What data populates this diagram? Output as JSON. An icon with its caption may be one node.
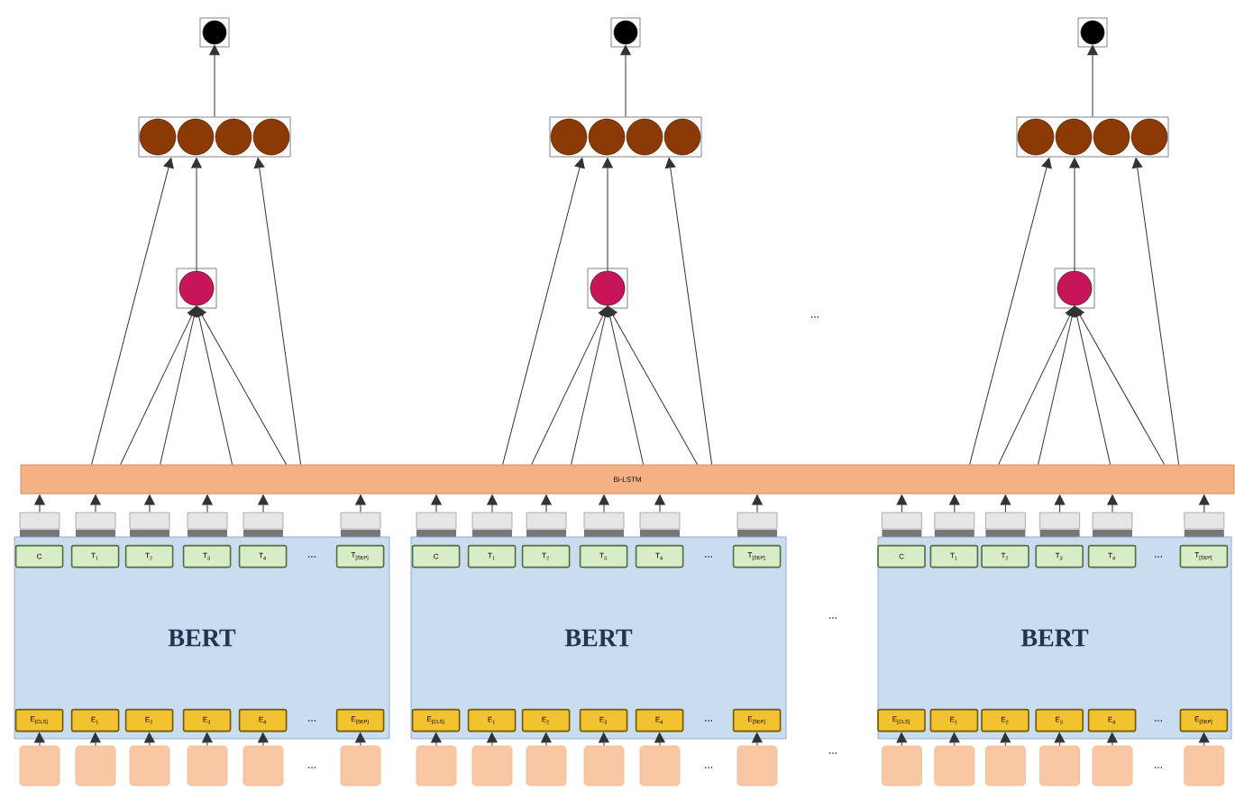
{
  "diagram": {
    "nodes": [
      {
        "text": [
          "Bi-LSTM"
        ]
      },
      {
        "text": [],
        "shape": "circle"
      },
      {
        "text": [],
        "shape": "box"
      },
      {
        "text": [],
        "shape": "circle"
      },
      {
        "text": [],
        "shape": "box"
      },
      {
        "text": [],
        "shape": "box"
      },
      {
        "text": [],
        "shape": "box"
      },
      {
        "text": [],
        "shape": "box"
      },
      {
        "text": [],
        "shape": "box"
      },
      {
        "text": [],
        "shape": "box"
      },
      {
        "text": [
          "BERT"
        ]
      },
      {
        "text": [
          "C"
        ],
        "in": 10
      },
      {
        "text": [
          "T$_{1}$"
        ],
        "in": 10
      },
      {
        "text": [
          "T$_{2}$"
        ],
        "in": 10
      },
      {
        "text": [
          "T$_{3}$"
        ],
        "in": 10
      },
      {
        "text": [
          "T$_{4}$"
        ],
        "in": 10
      },
      {
        "text": [
          "T$_{[SEP]}$"
        ],
        "in": 10
      },
      {
        "text": [
          "E$_{[CLS]}$"
        ],
        "in": 10
      },
      {
        "text": [
          "E$_{1}$"
        ],
        "in": 10
      },
      {
        "text": [
          "E$_{2}$"
        ],
        "in": 10
      },
      {
        "text": [
          "E$_{3}$"
        ],
        "in": 10
      },
      {
        "text": [
          "E$_{4}$"
        ],
        "in": 10
      },
      {
        "text": [
          "E$_{[SEP]}$"
        ],
        "in": 10
      },
      {
        "text": [],
        "shape": "box"
      },
      {
        "text": [],
        "shape": "box"
      },
      {
        "text": [],
        "shape": "box"
      },
      {
        "text": [],
        "shape": "box"
      },
      {
        "text": [],
        "shape": "box"
      },
      {
        "text": [],
        "shape": "box"
      },
      {
        "text": [],
        "shape": "circle"
      },
      {
        "text": [],
        "shape": "box"
      },
      {
        "text": [],
        "shape": "circle"
      },
      {
        "text": [],
        "shape": "box"
      },
      {
        "text": [],
        "shape": "box"
      },
      {
        "text": [],
        "shape": "box"
      },
      {
        "text": [],
        "shape": "box"
      },
      {
        "text": [],
        "shape": "box"
      },
      {
        "text": [],
        "shape": "box"
      },
      {
        "text": [
          "BERT"
        ]
      },
      {
        "text": [
          "C"
        ],
        "in": 38
      },
      {
        "text": [
          "T$_{1}$"
        ],
        "in": 38
      },
      {
        "text": [
          "T$_{2}$"
        ],
        "in": 38
      },
      {
        "text": [
          "T$_{3}$"
        ],
        "in": 38
      },
      {
        "text": [
          "T$_{4}$"
        ],
        "in": 38
      },
      {
        "text": [
          "T$_{[SEP]}$"
        ],
        "in": 38
      },
      {
        "text": [
          "E$_{[CLS]}$"
        ],
        "in": 38
      },
      {
        "text": [
          "E$_{1}$"
        ],
        "in": 38
      },
      {
        "text": [
          "E$_{2}$"
        ],
        "in": 38
      },
      {
        "text": [
          "E$_{3}$"
        ],
        "in": 38
      },
      {
        "text": [
          "E$_{4}$"
        ],
        "in": 38
      },
      {
        "text": [
          "E$_{[SEP]}$"
        ],
        "in": 38
      },
      {
        "text": [],
        "shape": "box"
      },
      {
        "text": [],
        "shape": "box"
      },
      {
        "text": [],
        "shape": "box"
      },
      {
        "text": [],
        "shape": "box"
      },
      {
        "text": [],
        "shape": "box"
      },
      {
        "text": [],
        "shape": "box"
      },
      {
        "text": [],
        "shape": "circle"
      },
      {
        "text": [],
        "shape": "box"
      },
      {
        "text": [],
        "shape": "circle"
      },
      {
        "text": [],
        "shape": "box"
      },
      {
        "text": [],
        "shape": "box"
      },
      {
        "text": [],
        "shape": "box"
      },
      {
        "text": [],
        "shape": "box"
      },
      {
        "text": [],
        "shape": "box"
      },
      {
        "text": [],
        "shape": "box"
      },
      {
        "text": [
          "BERT"
        ]
      },
      {
        "text": [
          "C"
        ],
        "in": 66
      },
      {
        "text": [
          "T$_{1}$"
        ],
        "in": 66
      },
      {
        "text": [
          "T$_{2}$"
        ],
        "in": 66
      },
      {
        "text": [
          "T$_{3}$"
        ],
        "in": 66
      },
      {
        "text": [
          "T$_{4}$"
        ],
        "in": 66
      },
      {
        "text": [
          "T$_{[SEP]}$"
        ],
        "in": 66
      },
      {
        "text": [
          "E$_{[CLS]}$"
        ],
        "in": 66
      },
      {
        "text": [
          "E$_{1}$"
        ],
        "in": 66
      },
      {
        "text": [
          "E$_{2}$"
        ],
        "in": 66
      },
      {
        "text": [
          "E$_{3}$"
        ],
        "in": 66
      },
      {
        "text": [
          "E$_{4}$"
        ],
        "in": 66
      },
      {
        "text": [
          "E$_{[SEP]}$"
        ],
        "in": 66
      },
      {
        "text": [],
        "shape": "box"
      },
      {
        "text": [],
        "shape": "box"
      },
      {
        "text": [],
        "shape": "box"
      },
      {
        "text": [],
        "shape": "box"
      },
      {
        "text": [],
        "shape": "box"
      },
      {
        "text": [],
        "shape": "box"
      }
    ],
    "edges": [
      {
        "from": 4,
        "to": 0,
        "arrow": "to"
      },
      {
        "from": 5,
        "to": 0,
        "arrow": "to"
      },
      {
        "from": 6,
        "to": 0,
        "arrow": "to"
      },
      {
        "from": 7,
        "to": 0,
        "arrow": "to"
      },
      {
        "from": 8,
        "to": 0,
        "arrow": "to"
      },
      {
        "from": 9,
        "to": 0,
        "arrow": "to"
      },
      {
        "from": 23,
        "to": 17,
        "arrow": "to"
      },
      {
        "from": 24,
        "to": 18,
        "arrow": "to"
      },
      {
        "from": 25,
        "to": 19,
        "arrow": "to"
      },
      {
        "from": 26,
        "to": 20,
        "arrow": "to"
      },
      {
        "from": 27,
        "to": 21,
        "arrow": "to"
      },
      {
        "from": 28,
        "to": 22,
        "arrow": "to"
      },
      {
        "from": 0,
        "to": 3,
        "arrow": "to"
      },
      {
        "from": 0,
        "to": 3,
        "arrow": "to"
      },
      {
        "from": 0,
        "to": 3,
        "arrow": "to"
      },
      {
        "from": 0,
        "to": 3,
        "arrow": "to"
      },
      {
        "from": 0,
        "to": 2,
        "arrow": "to"
      },
      {
        "from": 0,
        "to": 2,
        "arrow": "to"
      },
      {
        "from": 3,
        "to": 2,
        "arrow": "to"
      },
      {
        "from": 2,
        "to": 1,
        "arrow": "to"
      },
      {
        "from": 32,
        "to": 0,
        "arrow": "to"
      },
      {
        "from": 33,
        "to": 0,
        "arrow": "to"
      },
      {
        "from": 34,
        "to": 0,
        "arrow": "to"
      },
      {
        "from": 35,
        "to": 0,
        "arrow": "to"
      },
      {
        "from": 36,
        "to": 0,
        "arrow": "to"
      },
      {
        "from": 37,
        "to": 0,
        "arrow": "to"
      },
      {
        "from": 51,
        "to": 45,
        "arrow": "to"
      },
      {
        "from": 52,
        "to": 46,
        "arrow": "to"
      },
      {
        "from": 53,
        "to": 47,
        "arrow": "to"
      },
      {
        "from": 54,
        "to": 48,
        "arrow": "to"
      },
      {
        "from": 55,
        "to": 49,
        "arrow": "to"
      },
      {
        "from": 56,
        "to": 50,
        "arrow": "to"
      },
      {
        "from": 0,
        "to": 31,
        "arrow": "to"
      },
      {
        "from": 0,
        "to": 31,
        "arrow": "to"
      },
      {
        "from": 0,
        "to": 31,
        "arrow": "to"
      },
      {
        "from": 0,
        "to": 31,
        "arrow": "to"
      },
      {
        "from": 0,
        "to": 30,
        "arrow": "to"
      },
      {
        "from": 0,
        "to": 30,
        "arrow": "to"
      },
      {
        "from": 31,
        "to": 30,
        "arrow": "to"
      },
      {
        "from": 30,
        "to": 29,
        "arrow": "to"
      },
      {
        "from": 60,
        "to": 0,
        "arrow": "to"
      },
      {
        "from": 61,
        "to": 0,
        "arrow": "to"
      },
      {
        "from": 62,
        "to": 0,
        "arrow": "to"
      },
      {
        "from": 63,
        "to": 0,
        "arrow": "to"
      },
      {
        "from": 64,
        "to": 0,
        "arrow": "to"
      },
      {
        "from": 65,
        "to": 0,
        "arrow": "to"
      },
      {
        "from": 79,
        "to": 73,
        "arrow": "to"
      },
      {
        "from": 80,
        "to": 74,
        "arrow": "to"
      },
      {
        "from": 81,
        "to": 75,
        "arrow": "to"
      },
      {
        "from": 82,
        "to": 76,
        "arrow": "to"
      },
      {
        "from": 83,
        "to": 77,
        "arrow": "to"
      },
      {
        "from": 84,
        "to": 78,
        "arrow": "to"
      },
      {
        "from": 0,
        "to": 59,
        "arrow": "to"
      },
      {
        "from": 0,
        "to": 59,
        "arrow": "to"
      },
      {
        "from": 0,
        "to": 59,
        "arrow": "to"
      },
      {
        "from": 0,
        "to": 59,
        "arrow": "to"
      },
      {
        "from": 0,
        "to": 58,
        "arrow": "to"
      },
      {
        "from": 0,
        "to": 58,
        "arrow": "to"
      },
      {
        "from": 59,
        "to": 58,
        "arrow": "to"
      },
      {
        "from": 58,
        "to": 57,
        "arrow": "to"
      }
    ],
    "labels": [
      "...",
      "...",
      "...",
      "...",
      "...",
      "...",
      "...",
      "...",
      "...",
      "...",
      "...",
      "..."
    ]
  }
}
